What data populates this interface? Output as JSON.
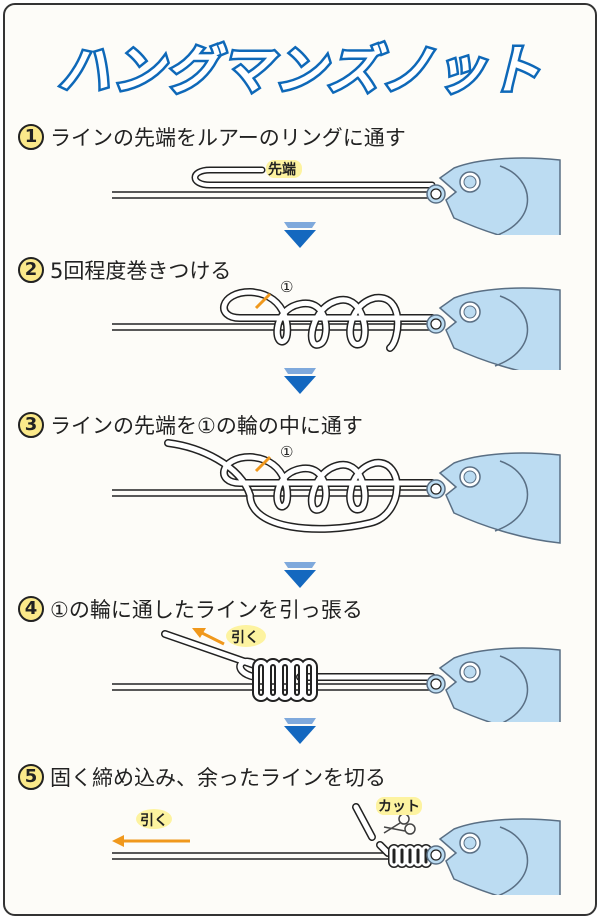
{
  "title": "ハングマンズノット",
  "colors": {
    "title_outline": "#0e68b8",
    "step_badge": "#fbe98a",
    "arrow_dark": "#1468bf",
    "arrow_light": "#7fa9dc",
    "fish_body": "#bcdcf2",
    "fish_outline": "#5a6f84",
    "pull_arrow": "#f0981c",
    "marker": "#f0981c",
    "label_highlight": "#fdf3a0"
  },
  "steps": [
    {
      "number": "1",
      "text": "ラインの先端をルアーのリングに通す",
      "annotations": [
        "先端"
      ]
    },
    {
      "number": "2",
      "text": "5回程度巻きつける",
      "annotations": [
        "①"
      ]
    },
    {
      "number": "3",
      "text": "ラインの先端を①の輪の中に通す",
      "annotations": [
        "①"
      ]
    },
    {
      "number": "4",
      "text": "①の輪に通したラインを引っ張る",
      "annotations": [
        "引く"
      ]
    },
    {
      "number": "5",
      "text": "固く締め込み、余ったラインを切る",
      "annotations": [
        "引く",
        "カット"
      ]
    }
  ],
  "icons": [
    "down-arrow-icon",
    "fish-lure-icon",
    "scissors-icon",
    "pull-arrow-icon"
  ]
}
